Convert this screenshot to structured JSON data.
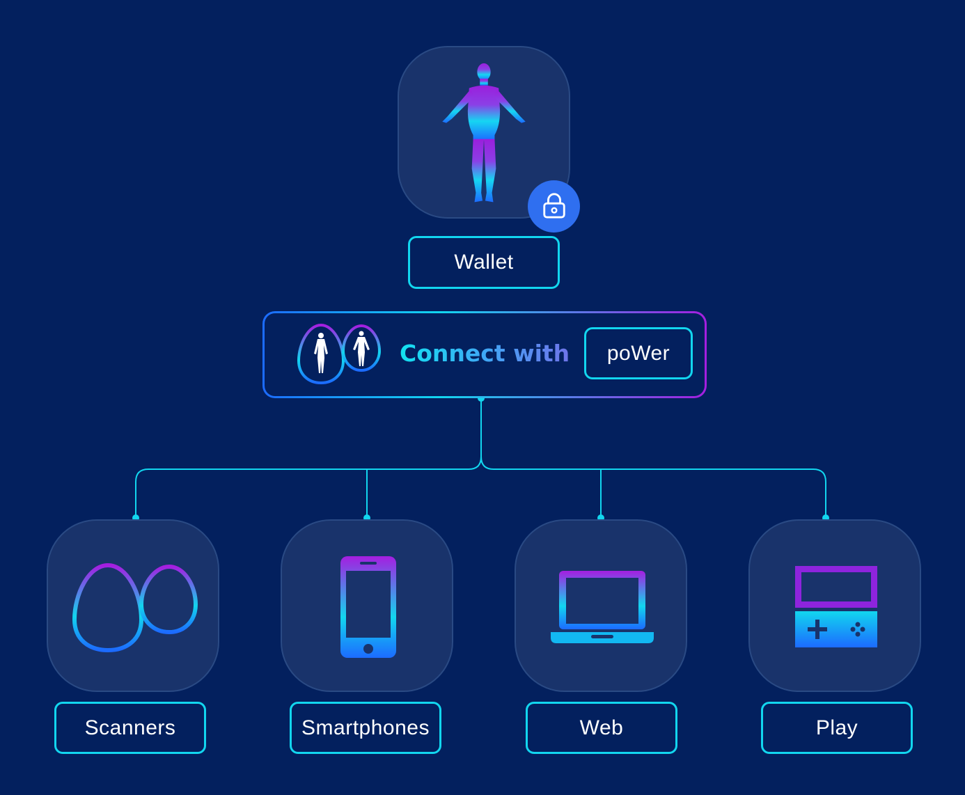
{
  "wallet": {
    "label": "Wallet",
    "icon": "human-body-icon",
    "badge_icon": "lock-icon"
  },
  "connect": {
    "text": "Connect with",
    "brand": "poWer",
    "logo_icon": "twin-eggs-logo-icon"
  },
  "targets": [
    {
      "label": "Scanners",
      "icon": "twin-eggs-icon"
    },
    {
      "label": "Smartphones",
      "icon": "smartphone-icon"
    },
    {
      "label": "Web",
      "icon": "laptop-icon"
    },
    {
      "label": "Play",
      "icon": "handheld-console-icon"
    }
  ],
  "colors": {
    "background": "#03205e",
    "tile": "#19336b",
    "accent_cyan": "#12d6ef",
    "accent_purple": "#a51ee0",
    "lock_badge": "#2f6ff0"
  }
}
